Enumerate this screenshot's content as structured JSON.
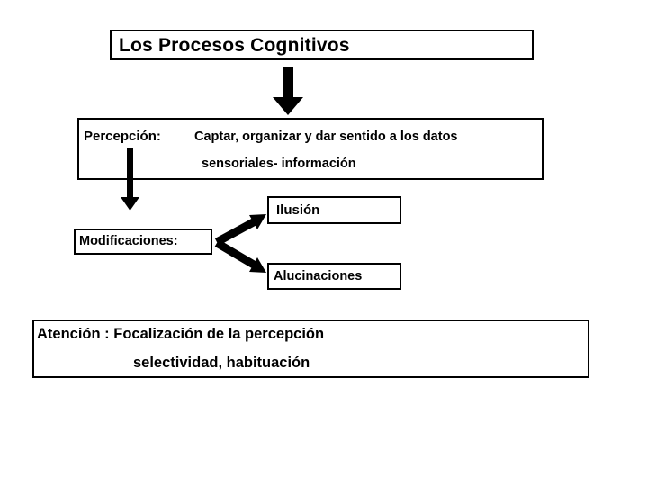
{
  "diagram": {
    "title": "Los Procesos Cognitivos",
    "nodes": {
      "percepcion_label": "Percepción:",
      "percepcion_line1": "Captar, organizar y dar sentido a los datos",
      "percepcion_line2": "sensoriales- información",
      "modificaciones": "Modificaciones:",
      "ilusion": "Ilusión",
      "alucinaciones": "Alucinaciones",
      "atencion_line1": "Atención : Focalización de la percepción",
      "atencion_line2": "selectividad, habituación"
    },
    "colors": {
      "stroke": "#000000",
      "background": "#ffffff",
      "text": "#000000"
    },
    "connectors": [
      {
        "name": "title-to-percepcion",
        "type": "arrow-down",
        "from": "title-box",
        "to": "percepcion-box"
      },
      {
        "name": "percepcion-to-modificaciones",
        "type": "arrow-down",
        "from": "percepcion-box",
        "to": "modificaciones-box"
      },
      {
        "name": "modificaciones-to-ilusion",
        "type": "arrow-diagonal-up-right",
        "from": "modificaciones-box",
        "to": "ilusion-box"
      },
      {
        "name": "modificaciones-to-alucinaciones",
        "type": "arrow-diagonal-down-right",
        "from": "modificaciones-box",
        "to": "alucinaciones-box"
      }
    ]
  }
}
